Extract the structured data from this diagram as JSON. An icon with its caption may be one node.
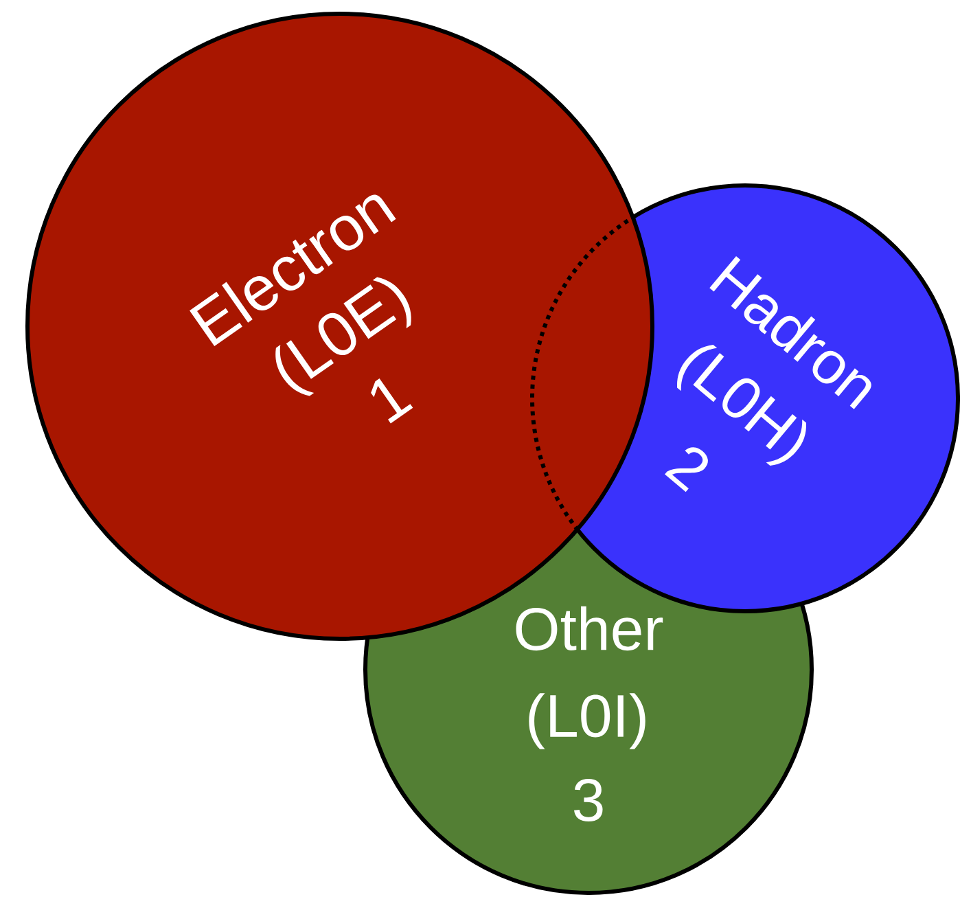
{
  "diagram": {
    "nodes": [
      {
        "text": [
          "Electron",
          "(L0E)",
          "1"
        ]
      },
      {
        "text": [
          "Hadron",
          "(L0H)",
          "2"
        ]
      },
      {
        "text": [
          "Other",
          "(L0I)",
          "3"
        ]
      }
    ]
  }
}
